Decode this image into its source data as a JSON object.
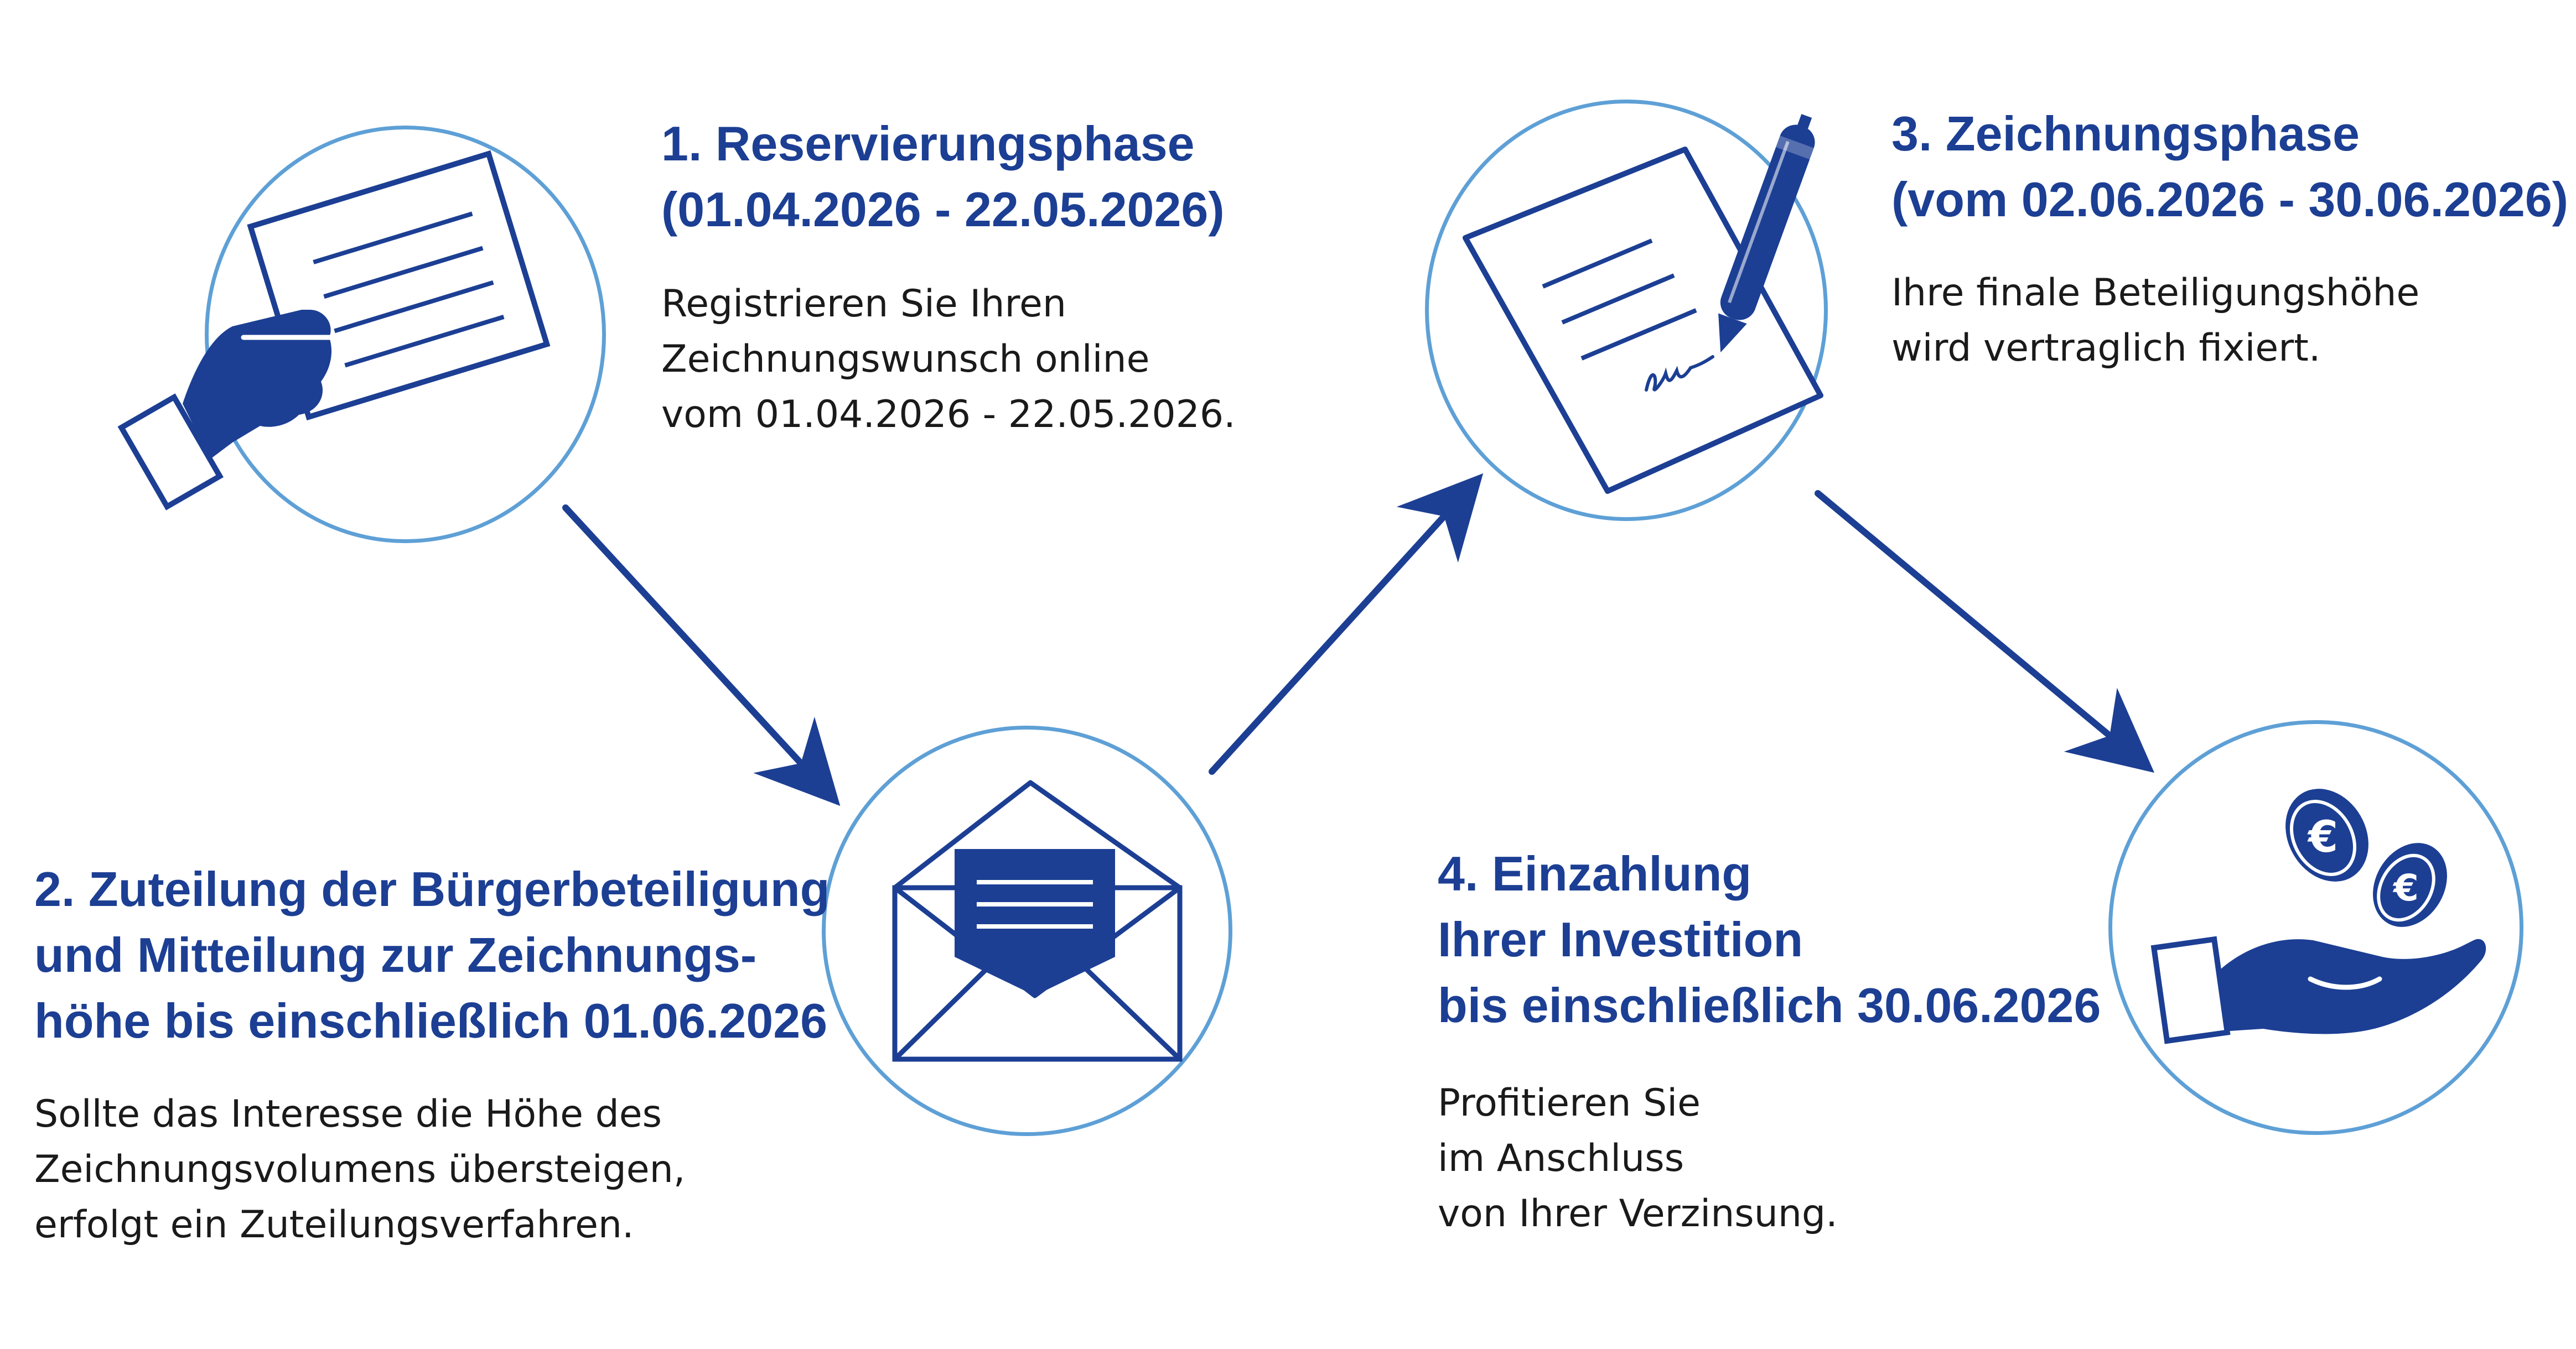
{
  "colors": {
    "accent": "#1c3f94",
    "ring": "#5ea0d6",
    "text": "#1a1a1a",
    "background": "#ffffff"
  },
  "steps": [
    {
      "icon": "hand-document-icon",
      "title_lines": [
        "1. Reservierungsphase",
        "(01.04.2026 - 22.05.2026)"
      ],
      "body_lines": [
        "Registrieren Sie Ihren",
        "Zeichnungswunsch online",
        "vom 01.04.2026 - 22.05.2026."
      ]
    },
    {
      "icon": "envelope-letter-icon",
      "title_lines": [
        "2. Zuteilung der Bürgerbeteiligung",
        "und Mitteilung zur Zeichnungs-",
        "höhe bis einschließlich 01.06.2026"
      ],
      "body_lines": [
        "Sollte das Interesse die Höhe des",
        "Zeichnungsvolumens übersteigen,",
        "erfolgt ein Zuteilungsverfahren."
      ]
    },
    {
      "icon": "contract-pen-icon",
      "title_lines": [
        "3. Zeichnungsphase",
        "(vom 02.06.2026 - 30.06.2026)"
      ],
      "body_lines": [
        "Ihre finale Beteiligungshöhe",
        "wird vertraglich fixiert."
      ]
    },
    {
      "icon": "hand-euro-coins-icon",
      "title_lines": [
        "4. Einzahlung",
        "Ihrer Investition",
        "bis einschließlich 30.06.2026"
      ],
      "body_lines": [
        "Profitieren Sie",
        "im Anschluss",
        "von Ihrer Verzinsung."
      ]
    }
  ],
  "arrows": [
    "arrow-step-1-to-2",
    "arrow-step-2-to-3",
    "arrow-step-3-to-4"
  ]
}
